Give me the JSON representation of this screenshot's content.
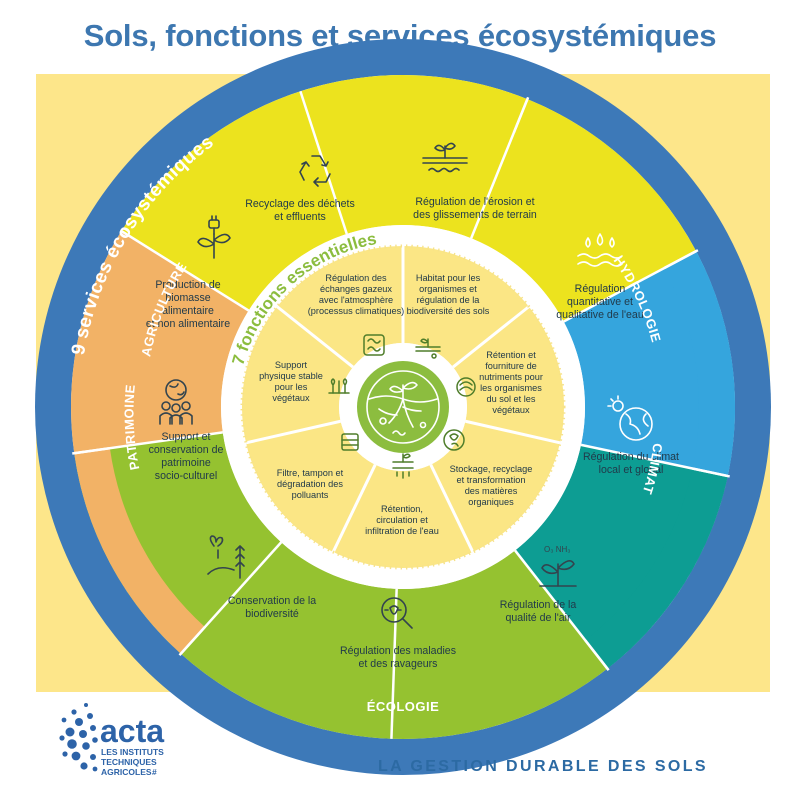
{
  "title": "Sols, fonctions et services écosystémiques",
  "footer": "LA GESTION DURABLE DES SOLS",
  "logo": {
    "word": "acta",
    "lines": [
      "LES INSTITUTS",
      "TECHNIQUES",
      "AGRICOLES"
    ],
    "mark": "#"
  },
  "outer_ring_title": "9 services écosystémiques",
  "inner_ring_title": "7 fonctions essentielles",
  "categories": {
    "agriculture": "AGRICULTURE",
    "hydrologie": "HYDROLOGIE",
    "climat": "CLIMAT",
    "ecologie": "ÉCOLOGIE",
    "patrimoine": "PATRIMOINE"
  },
  "services": [
    {
      "lines": [
        "Recyclage des déchets",
        "et effluents"
      ],
      "icon": "recycle-icon"
    },
    {
      "lines": [
        "Régulation de l'érosion et",
        "des glissements de terrain"
      ],
      "icon": "erosion-icon"
    },
    {
      "lines": [
        "Régulation",
        "quantitative et",
        "qualitative de l'eau"
      ],
      "icon": "water-drops-icon"
    },
    {
      "lines": [
        "Régulation du climat",
        "local et global"
      ],
      "icon": "climate-globe-icon"
    },
    {
      "lines": [
        "Régulation de la",
        "qualité de l'air"
      ],
      "icon": "air-quality-icon"
    },
    {
      "lines": [
        "Régulation des maladies",
        "et des ravageurs"
      ],
      "icon": "magnifier-bug-icon"
    },
    {
      "lines": [
        "Conservation de la",
        "biodiversité"
      ],
      "icon": "butterfly-wheat-icon"
    },
    {
      "lines": [
        "Support et",
        "conservation de",
        "patrimoine",
        "socio-culturel"
      ],
      "icon": "people-globe-icon"
    },
    {
      "lines": [
        "Production de",
        "biomasse",
        "alimentaire",
        "et non alimentaire"
      ],
      "icon": "plant-plug-icon"
    }
  ],
  "functions": [
    {
      "lines": [
        "Habitat pour les",
        "organismes et",
        "régulation de la",
        "biodiversité des sols"
      ],
      "icon": "habitat-icon"
    },
    {
      "lines": [
        "Rétention et",
        "fourniture de",
        "nutriments pour",
        "les organismes",
        "du sol et les",
        "végétaux"
      ],
      "icon": "nutrients-icon"
    },
    {
      "lines": [
        "Stockage, recyclage",
        "et transformation",
        "des matières",
        "organiques"
      ],
      "icon": "organic-matter-icon"
    },
    {
      "lines": [
        "Rétention,",
        "circulation et",
        "infiltration de l'eau"
      ],
      "icon": "infiltration-icon"
    },
    {
      "lines": [
        "Filtre, tampon et",
        "dégradation des",
        "polluants"
      ],
      "icon": "filter-icon"
    },
    {
      "lines": [
        "Support",
        "physique stable",
        "pour les",
        "végétaux"
      ],
      "icon": "support-icon"
    },
    {
      "lines": [
        "Régulation des",
        "échanges gazeux",
        "avec l'atmosphère",
        "(processus climatiques)"
      ],
      "icon": "gas-exchange-icon"
    }
  ],
  "colors": {
    "agriculture": "#ece31e",
    "hydrologie": "#35a5dd",
    "climat": "#0d9d93",
    "ecologie": "#95c230",
    "patrimoine": "#f2b266",
    "frame_blue": "#3d79b8",
    "inner_yellow": "#fbe685",
    "background": "#fde68a",
    "center_green": "#8cbd3f"
  }
}
